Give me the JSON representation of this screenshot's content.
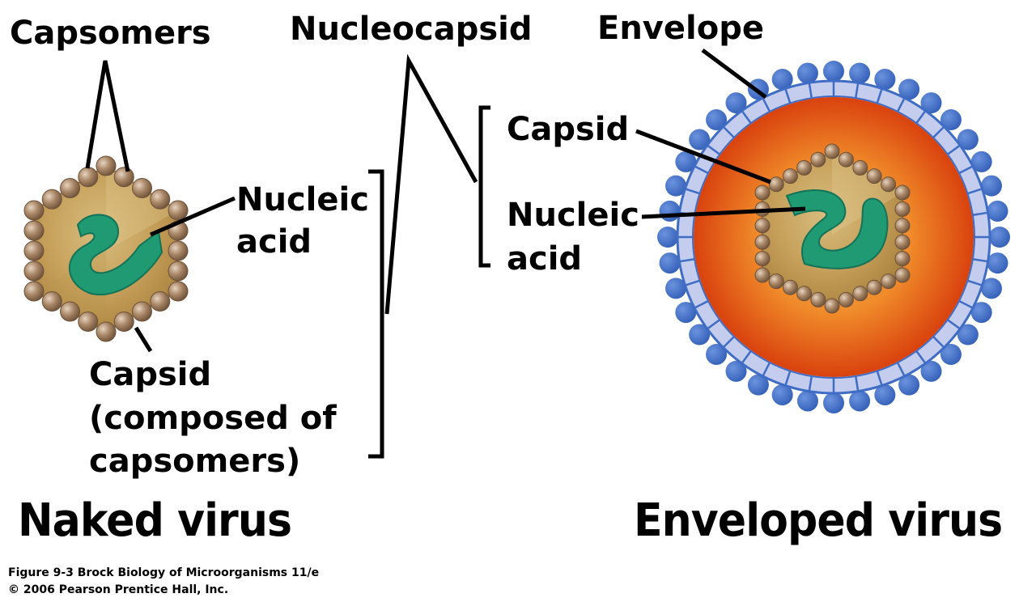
{
  "labels": {
    "capsomers": "Capsomers",
    "nucleocapsid": "Nucleocapsid",
    "envelope": "Envelope",
    "naked_nucleic_acid_line1": "Nucleic",
    "naked_nucleic_acid_line2": "acid",
    "naked_capsid_line1": "Capsid",
    "naked_capsid_line2": "(composed of",
    "naked_capsid_line3": "capsomers)",
    "enveloped_capsid": "Capsid",
    "enveloped_nucleic_acid_line1": "Nucleic",
    "enveloped_nucleic_acid_line2": "acid"
  },
  "titles": {
    "naked": "Naked virus",
    "enveloped": "Enveloped virus"
  },
  "credit": {
    "line1": "Figure 9-3  Brock Biology of Microorganisms 11/e",
    "line2": "© 2006 Pearson Prentice Hall, Inc."
  },
  "colors": {
    "capsomer": "#9b7a5e",
    "capsid_fill": "#c9a45e",
    "nucleic_acid": "#1f9a73",
    "envelope_membrane": "#c4cdee",
    "spike": "#3f6cc4",
    "matrix_outer": "#e04a12",
    "matrix_inner": "#f3a23c"
  }
}
